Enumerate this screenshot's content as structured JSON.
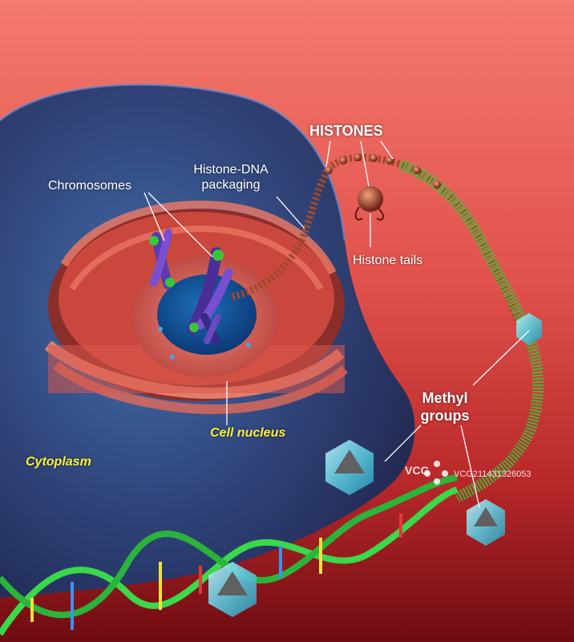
{
  "labels": {
    "histones": "HISTONES",
    "histone_dna_line1": "Histone-DNA",
    "histone_dna_line2": "packaging",
    "chromosomes": "Chromosomes",
    "histone_tails": "Histone tails",
    "methyl_line1": "Methyl",
    "methyl_line2": "groups",
    "cell_nucleus": "Cell nucleus",
    "cytoplasm": "Cytoplasm"
  },
  "watermark": {
    "brand": "VCG",
    "id": "VCG211431326053"
  },
  "colors": {
    "background_top": "#f2796c",
    "background_bottom": "#7a0f14",
    "cell_body": "#2c4f8a",
    "nuclear_envelope": "#d75a4a",
    "dna_backbone": "#37d24a",
    "chromatin_fiber": "#3fbf3a",
    "methyl_crystal": "#6fd6e6",
    "label_yellow": "#ffef3a"
  }
}
